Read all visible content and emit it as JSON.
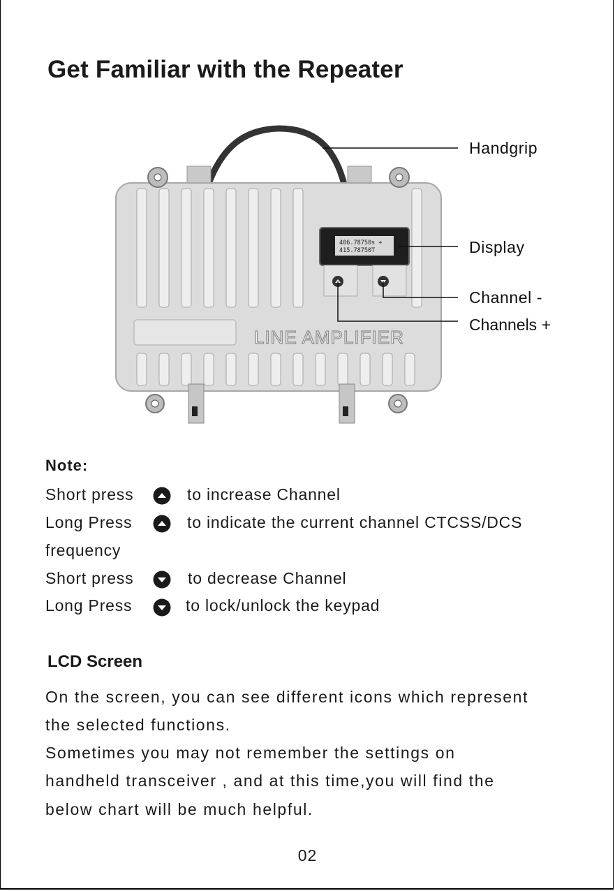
{
  "title": "Get Familiar with the Repeater",
  "figure": {
    "display_lines": [
      "406.78750s +",
      "415.78750T"
    ],
    "panel_text": "LINE AMPLIFIER",
    "callouts": {
      "handgrip": "Handgrip",
      "display": "Display",
      "channel_minus": "Channel -",
      "channels_plus": "Channels +"
    }
  },
  "note": {
    "title": "Note:",
    "lines": [
      {
        "pre": "Short press",
        "icon": "up-button-icon",
        "post": "to increase Channel"
      },
      {
        "pre": "Long Press",
        "icon": "up-button-icon",
        "post": "to  indicate the current channel CTCSS/DCS"
      },
      {
        "pre": "frequency"
      },
      {
        "pre": "Short press",
        "icon": "down-button-icon",
        "post": "to  decrease Channel"
      },
      {
        "pre": "Long Press",
        "icon": "down-button-icon",
        "post": "to  lock/unlock the keypad"
      }
    ]
  },
  "lcd": {
    "title": "LCD Screen",
    "paragraph_lines": [
      "On the screen, you can see different icons which represent",
      "the selected functions.",
      "Sometimes you may not remember the settings on",
      "handheld transceiver , and at this time,you will find the",
      "below chart will be much helpful."
    ]
  },
  "page_number": "02"
}
